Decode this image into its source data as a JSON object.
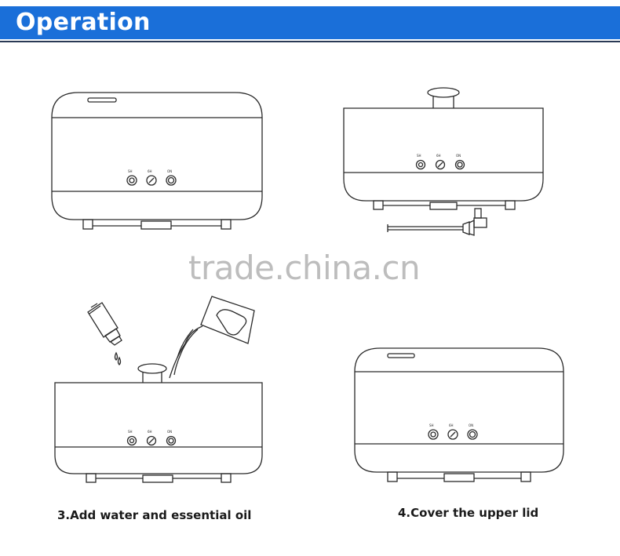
{
  "header": {
    "title": "Operation",
    "bar_color": "#1a6fd9"
  },
  "watermark": "trade.china.cn",
  "steps": [
    {
      "caption": ""
    },
    {
      "caption": ""
    },
    {
      "caption": "3.Add water and essential oil"
    },
    {
      "caption": "4.Cover the upper lid"
    }
  ],
  "buttons": [
    "SH",
    "6H",
    "ON"
  ]
}
